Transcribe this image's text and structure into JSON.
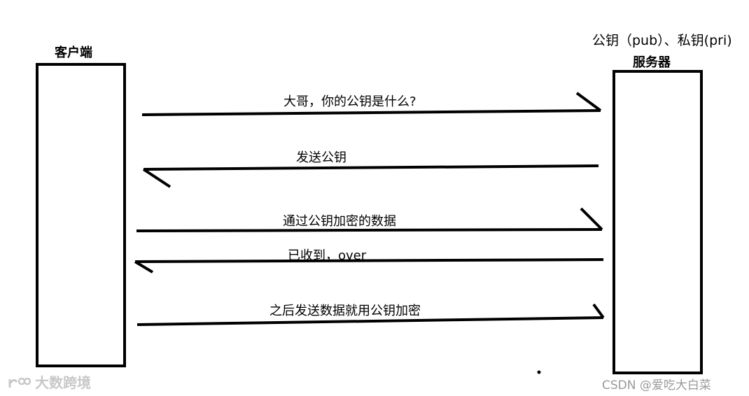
{
  "client": {
    "label": "客户端"
  },
  "server": {
    "label": "服务器",
    "keys": "公钥（pub）、私钥(pri)"
  },
  "messages": [
    "大哥，你的公钥是什么?",
    "发送公钥",
    "通过公钥加密的数据",
    "已收到，over",
    "之后发送数据就用公钥加密"
  ],
  "watermarks": {
    "left": "大数跨境",
    "right": "CSDN @爱吃大白菜"
  }
}
